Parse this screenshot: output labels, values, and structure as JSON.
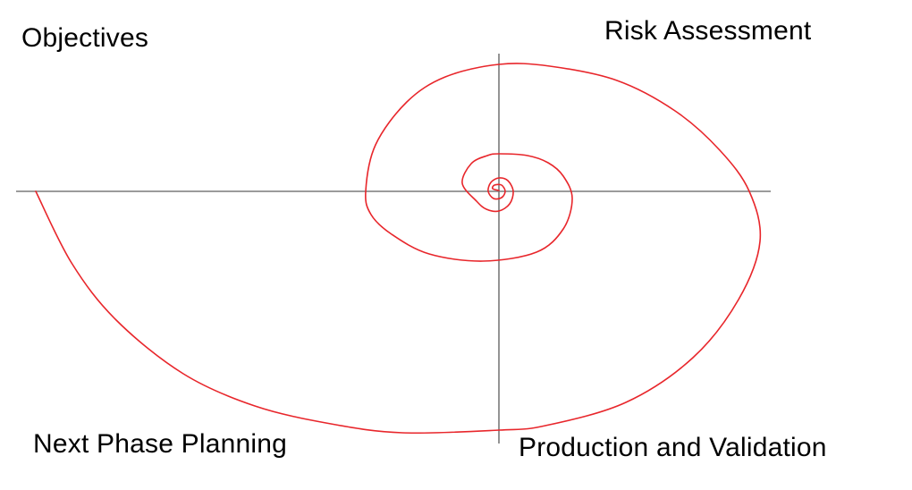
{
  "labels": {
    "objectives": "Objectives",
    "risk_assessment": "Risk Assessment",
    "next_phase_planning": "Next Phase Planning",
    "production_and_validation": "Production and Validation"
  },
  "colors": {
    "spiral": "#e8262b",
    "axes": "#7a7a7a",
    "text": "#000000",
    "background": "#ffffff"
  }
}
